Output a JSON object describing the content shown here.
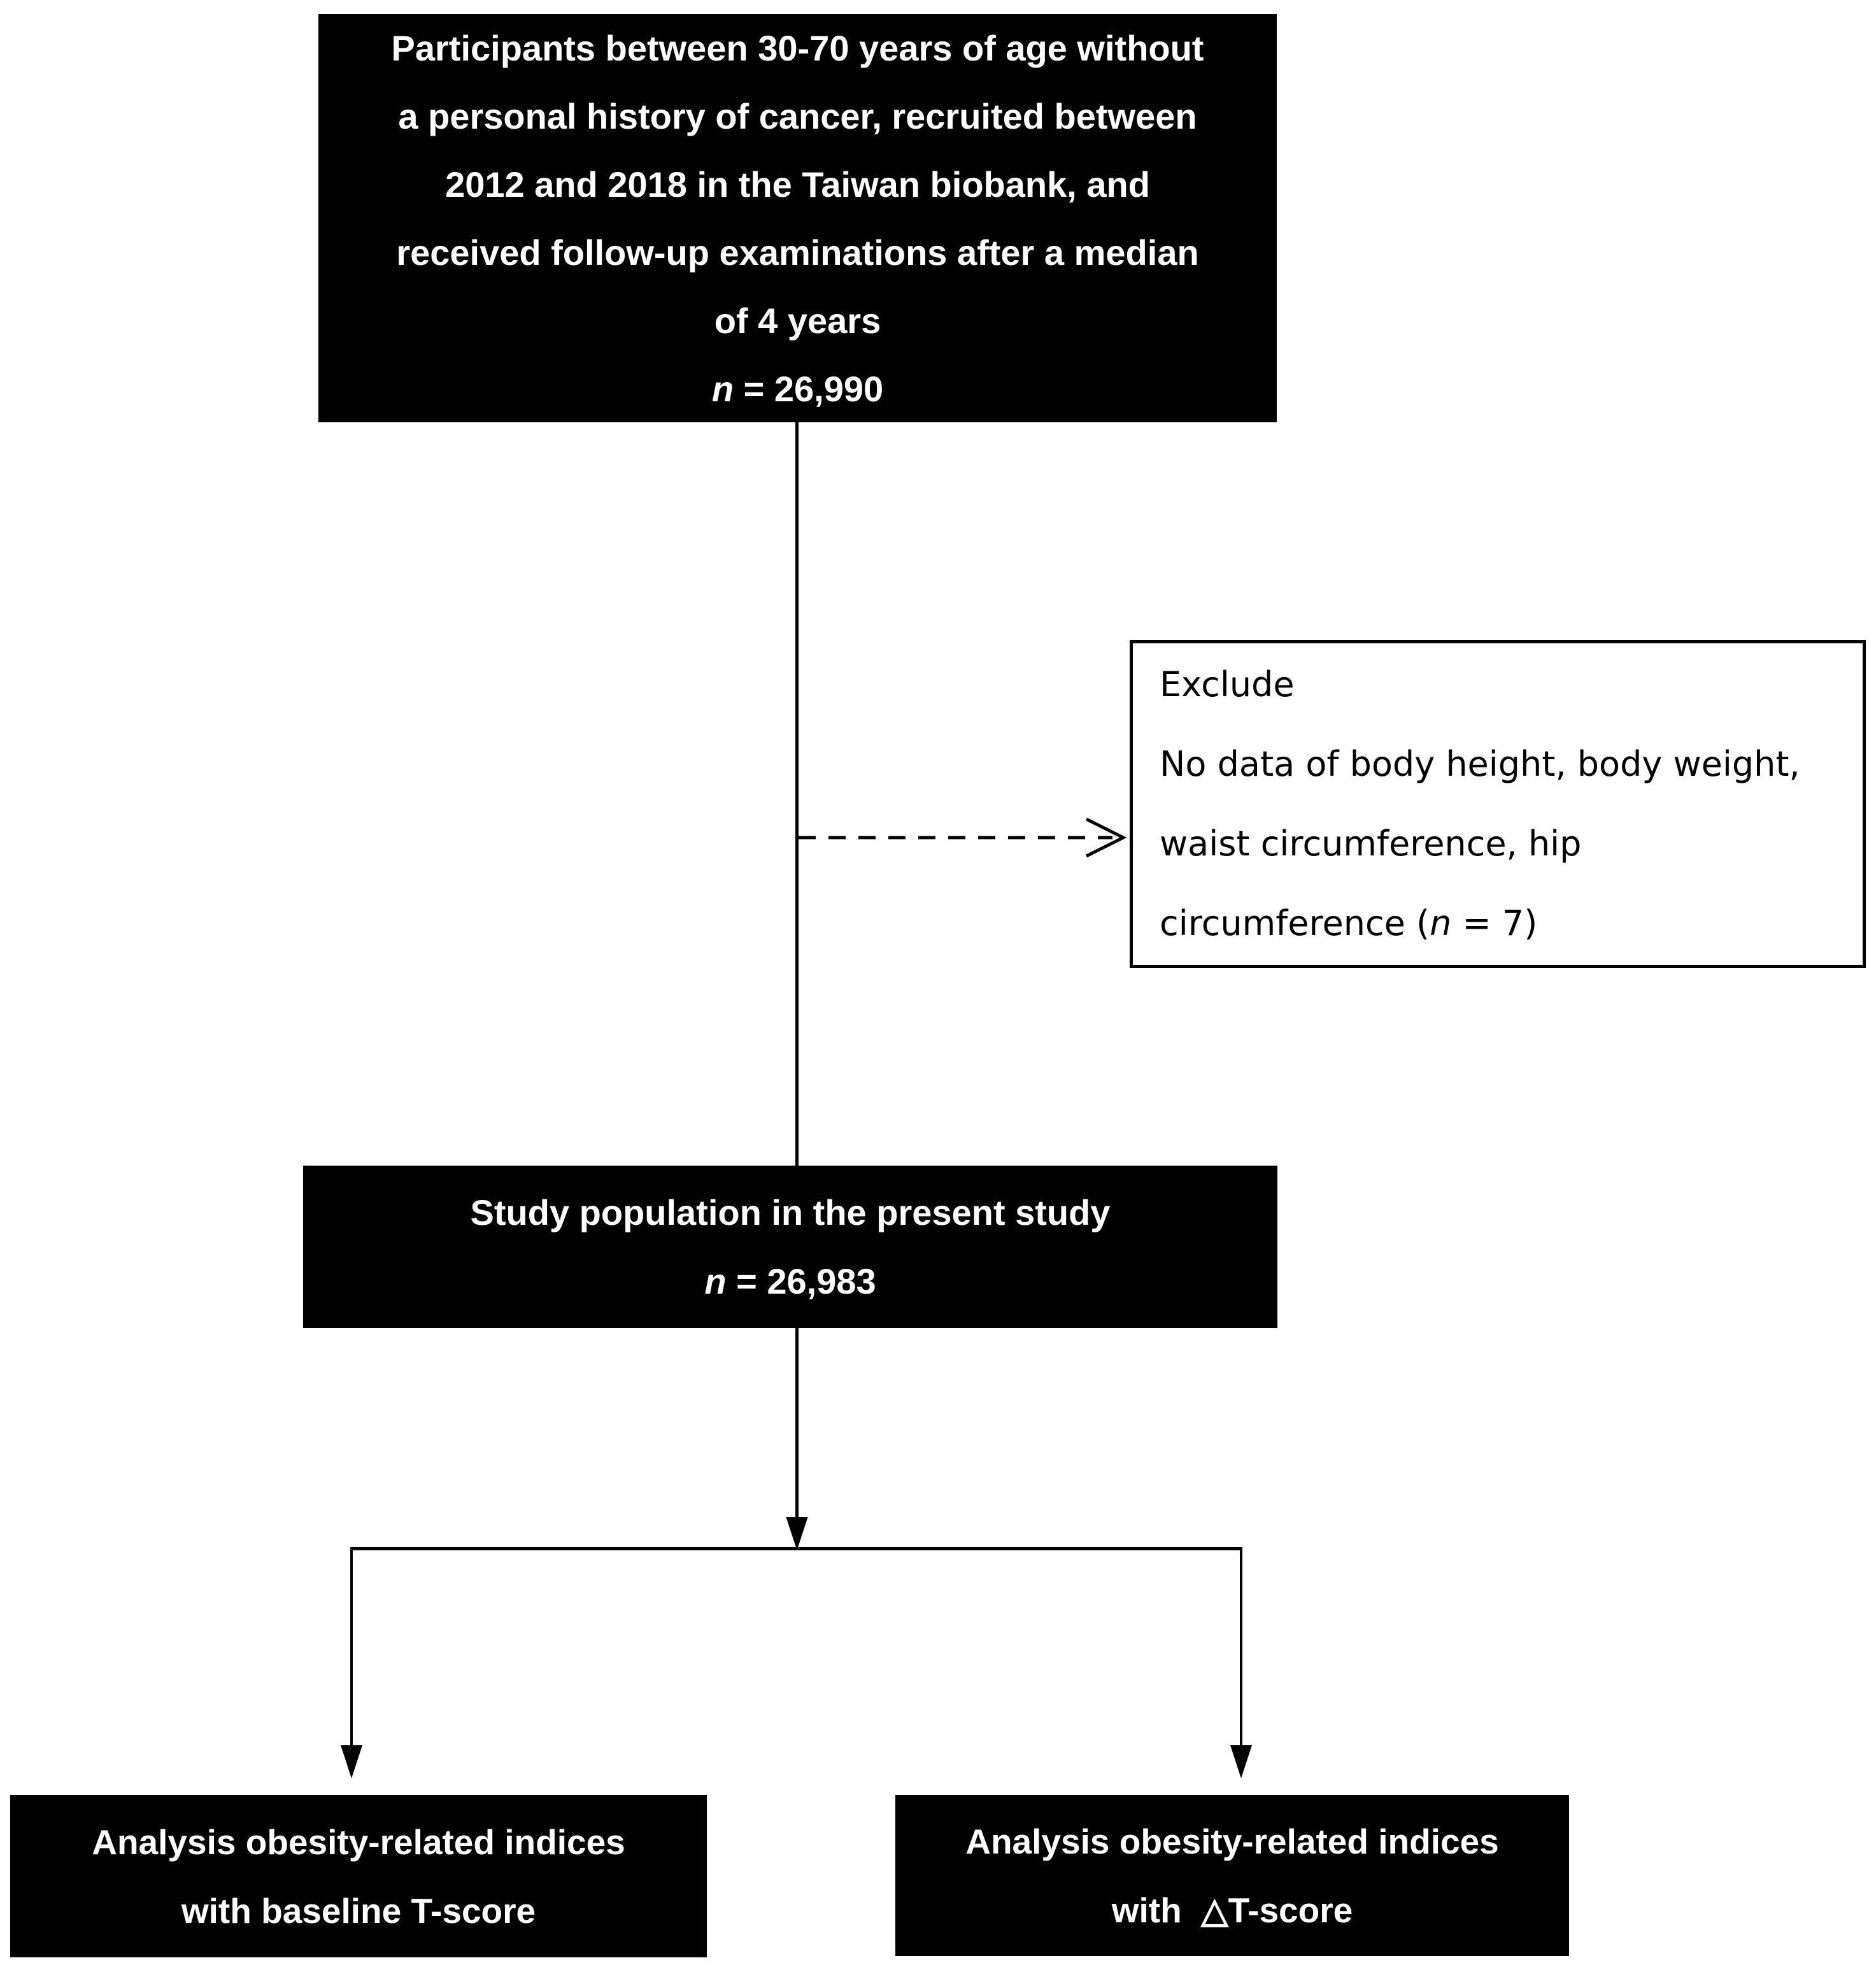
{
  "diagram": {
    "colors": {
      "page_background": "#ffffff",
      "box_background": "#000000",
      "box_text": "#ffffff",
      "exclude_border": "#000000",
      "exclude_text": "#000000",
      "connector": "#000000"
    },
    "top_box": {
      "lines": [
        "Participants between 30-70 years of age without",
        "a personal history of cancer, recruited between",
        "2012 and 2018 in the Taiwan biobank, and",
        "received follow-up examinations after a median",
        "of 4 years"
      ],
      "n_var": "n",
      "n_rest": " = 26,990"
    },
    "exclude_box": {
      "title": "Exclude",
      "line2": "No data of body height, body weight,",
      "line3": "waist circumference, hip",
      "line4_prefix": "circumference (",
      "n_var": "n",
      "n_rest": " = 7)"
    },
    "study_box": {
      "line1": "Study population in the present study",
      "n_var": "n",
      "n_rest": " = 26,983"
    },
    "left_box": {
      "line1": "Analysis obesity-related indices",
      "line2": "with baseline T-score"
    },
    "right_box": {
      "line1": "Analysis obesity-related indices",
      "line2": "with  △T-score"
    }
  }
}
